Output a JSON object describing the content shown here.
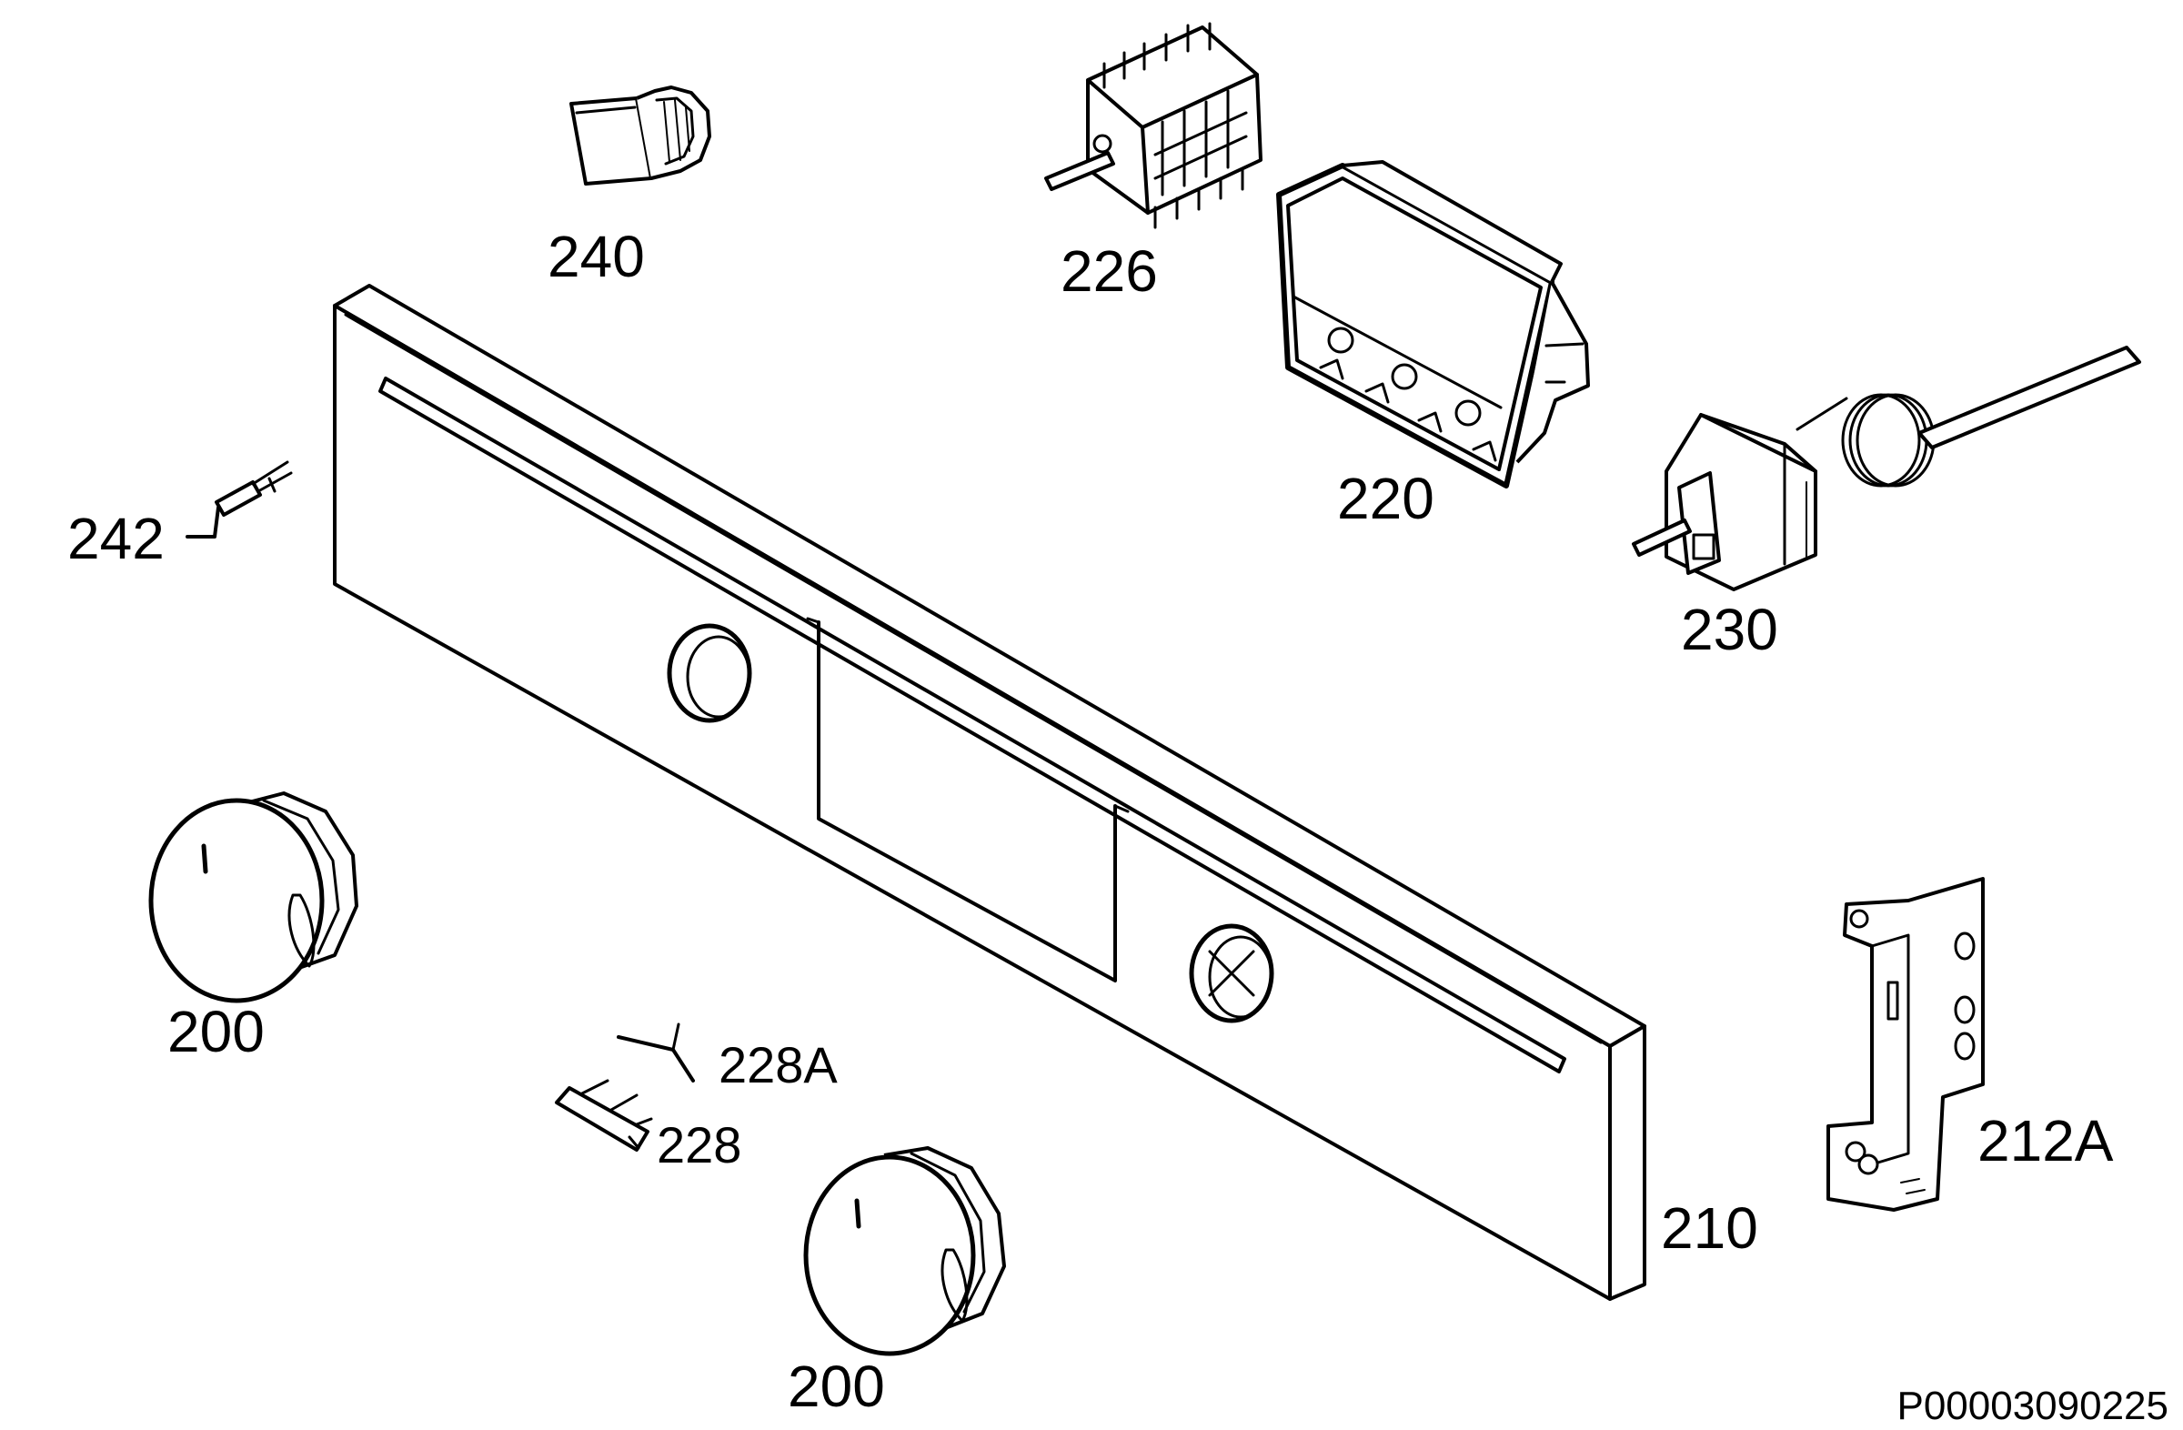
{
  "labels": {
    "part_200_a": "200",
    "part_200_b": "200",
    "part_210": "210",
    "part_212A": "212A",
    "part_220": "220",
    "part_226": "226",
    "part_228": "228",
    "part_228A": "228A",
    "part_230": "230",
    "part_240": "240",
    "part_242": "242"
  },
  "drawing_number": "P00003090225"
}
